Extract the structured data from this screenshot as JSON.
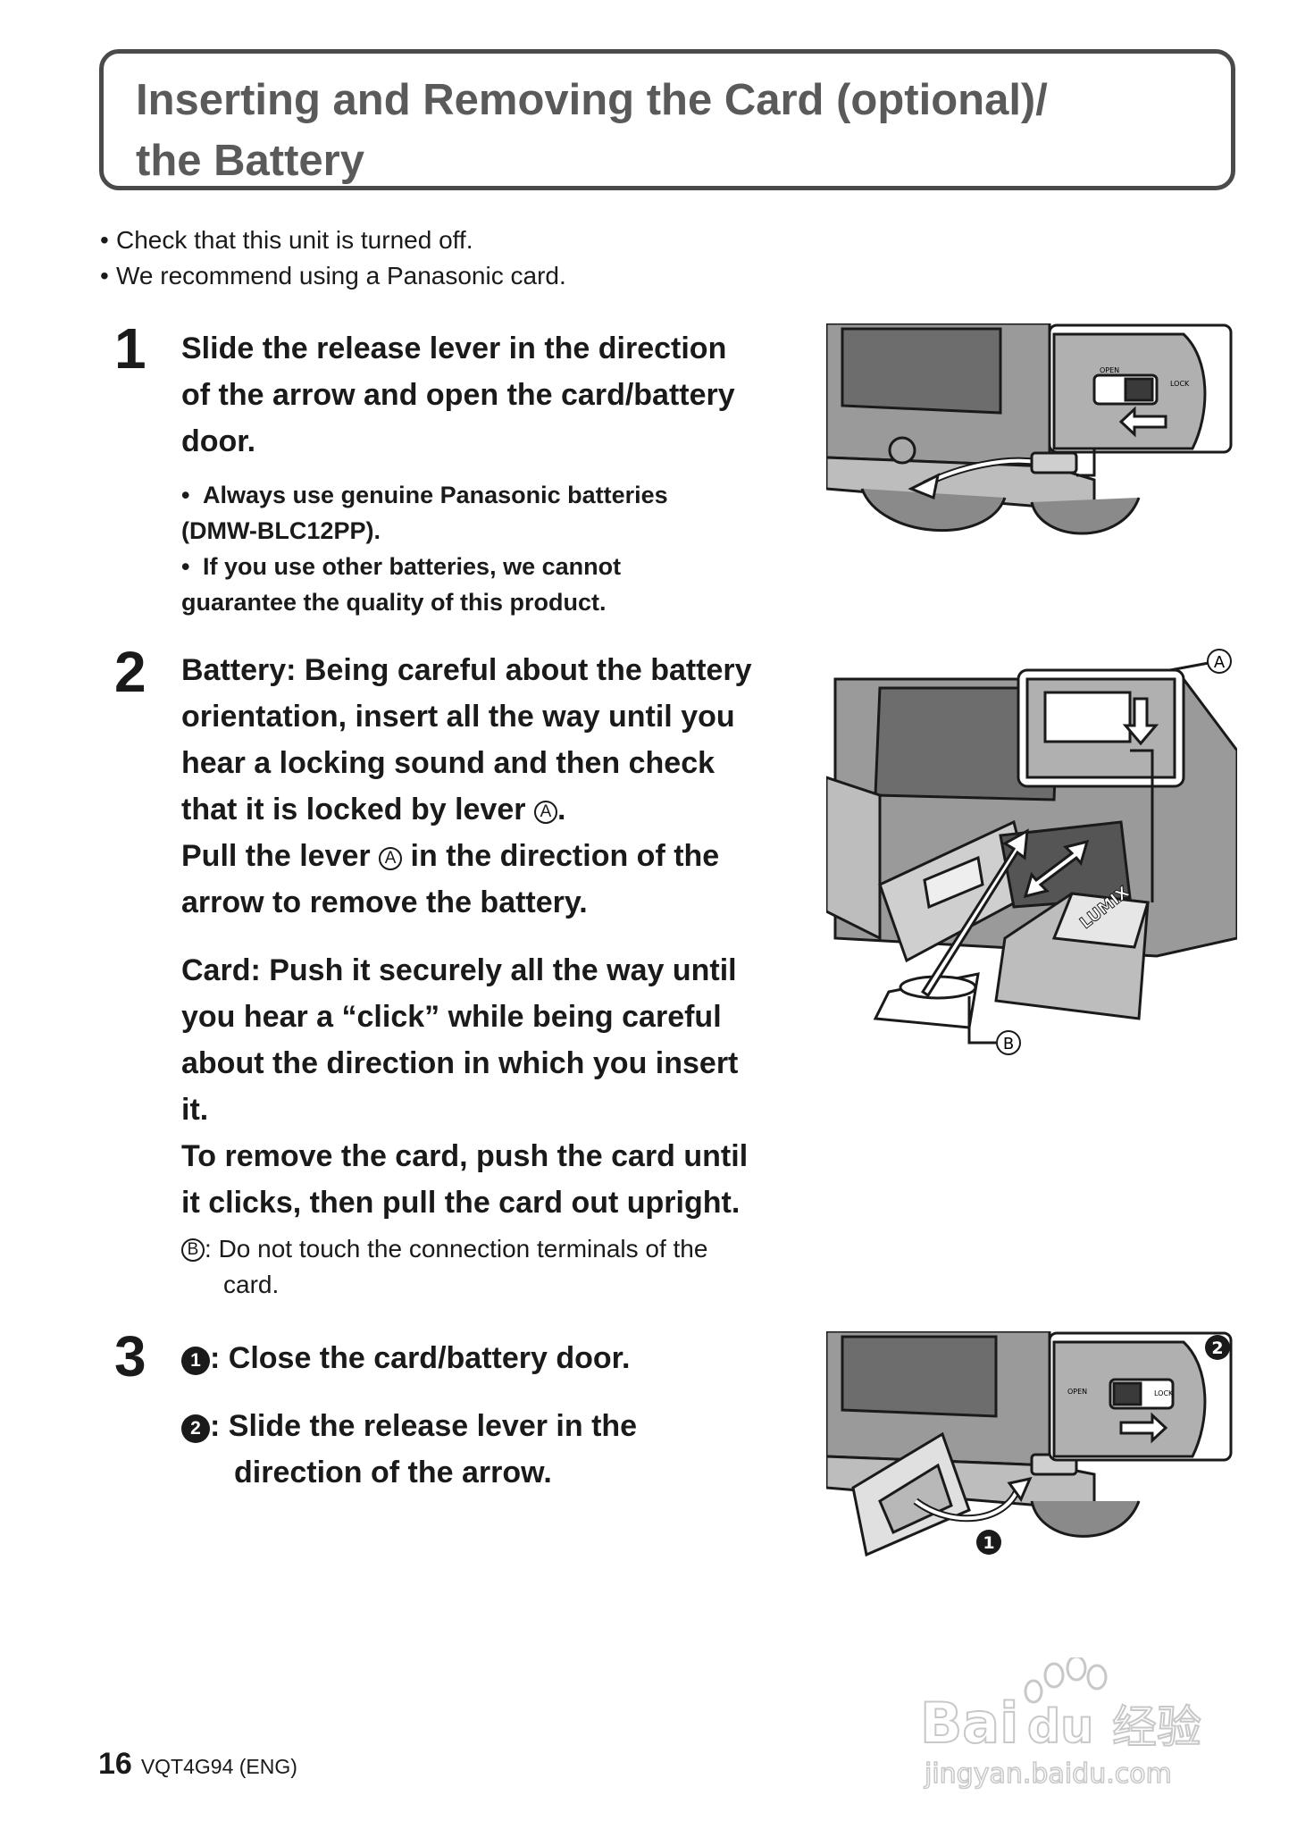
{
  "title": {
    "line1": "Inserting and Removing the Card (optional)/",
    "line2": "the Battery"
  },
  "notes": [
    "Check that this unit is turned off.",
    "We recommend using a Panasonic card."
  ],
  "step1": {
    "number": "1",
    "lines": [
      "Slide the release lever in the direction",
      "of the arrow and open the card/battery",
      "door."
    ],
    "bullets": [
      [
        "Always use genuine Panasonic batteries",
        "(DMW-BLC12PP)."
      ],
      [
        "If you use other batteries, we cannot",
        "guarantee the quality of this product."
      ]
    ],
    "figure": {
      "open_label": "OPEN",
      "lock_label": "LOCK"
    }
  },
  "step2": {
    "number": "2",
    "battery_lines": [
      "Battery: Being careful about the battery",
      "orientation, insert all the way until you",
      "hear a locking sound and then check",
      "that it is locked by lever",
      "Pull the lever",
      "in the direction of the",
      "arrow to remove the battery."
    ],
    "card_lines": [
      "Card: Push it securely all the way until",
      "you hear a “click” while being careful",
      "about the direction in which you insert",
      "it.",
      "To remove the card, push the card until",
      "it clicks, then pull the card out upright."
    ],
    "note_b": [
      "Do not touch the connection terminals of the",
      "card."
    ],
    "label_a": "A",
    "label_b": "B",
    "figure": {
      "battery_brand": "LUMIX"
    }
  },
  "step3": {
    "number": "3",
    "item1": {
      "num": "1",
      "text": ": Close the card/battery door."
    },
    "item2": {
      "num": "2",
      "lines": [
        ": Slide the release lever in the",
        "direction of the arrow."
      ]
    },
    "figure": {
      "open_label": "OPEN",
      "lock_label": "LOCK",
      "callout1": "1",
      "callout2": "2"
    }
  },
  "footer": {
    "page": "16",
    "code": "VQT4G94 (ENG)"
  },
  "watermark": {
    "brand": "Bai",
    "brand2": "du",
    "cn": "经验",
    "url": "jingyan.baidu.com"
  },
  "colors": {
    "title_text": "#5a5a5a",
    "border": "#4a4a4a",
    "figure_gray": "#8a8a8a"
  }
}
